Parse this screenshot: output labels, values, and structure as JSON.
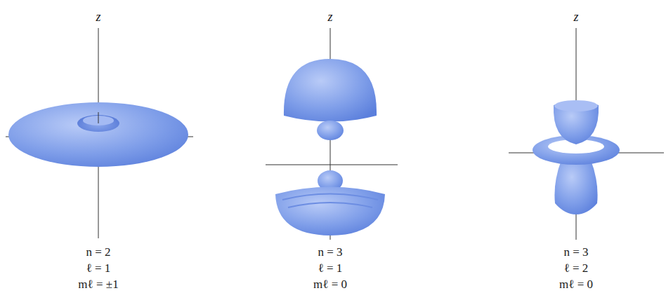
{
  "diagram": {
    "labels": [
      "z",
      "n = 2",
      "ℓ = 1",
      "mℓ = ±1",
      "z",
      "n = 3",
      "ℓ = 1",
      "mℓ = 0",
      "z",
      "n = 3",
      "ℓ = 2",
      "mℓ = 0"
    ]
  }
}
